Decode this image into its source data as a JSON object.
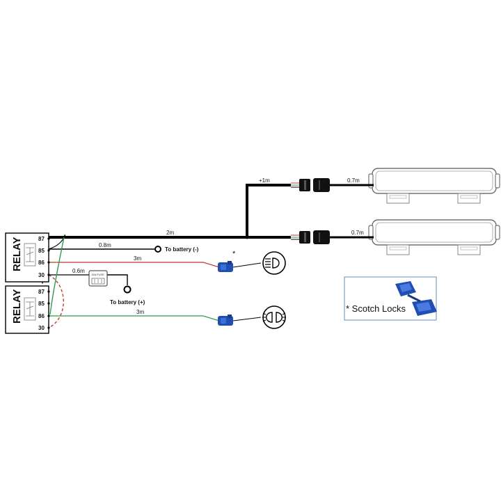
{
  "relay1": {
    "title": "RELAY",
    "pins": [
      "87",
      "85",
      "86",
      "30"
    ]
  },
  "relay2": {
    "title": "RELAY",
    "pins": [
      "87",
      "85",
      "86",
      "30"
    ]
  },
  "wires": {
    "main_len": "2m",
    "ground_len": "0.8m",
    "switch_len": "3m",
    "fuse_len": "0.6m",
    "lowbeam_len": "3m",
    "branch_len": "+1m",
    "bar1_len": "0.7m",
    "bar2_len": "0.7m"
  },
  "fuse_label": "15A FUSE",
  "battery_neg": "To battery (-)",
  "battery_pos": "To battery (+)",
  "asterisk": "*",
  "legend": {
    "text": "* Scotch Locks"
  },
  "colors": {
    "wire_main": "#000000",
    "wire_red": "#c0392b",
    "wire_green": "#2e9e4a",
    "connector_blue": "#1f4fb0"
  }
}
